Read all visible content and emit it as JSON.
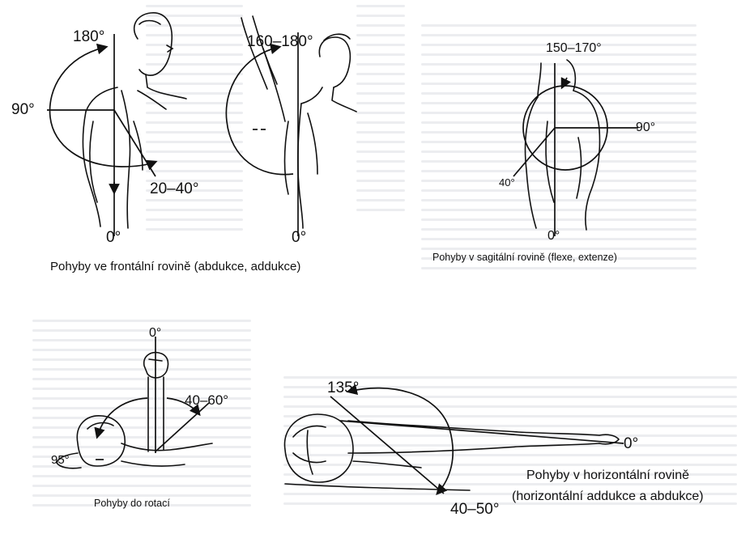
{
  "panels": {
    "frontal": {
      "caption": "Pohyby ve frontální rovině (abdukce, addukce)",
      "abduction": {
        "up": "180°",
        "side": "90°",
        "down": "0°",
        "adduction": "20–40°"
      },
      "flexion": {
        "up": "160–180°",
        "down": "0°"
      }
    },
    "sagittal": {
      "caption": "Pohyby v sagitální rovině (flexe, extenze)",
      "flexion": "150–170°",
      "horizontal": "90°",
      "extension": "40°",
      "down": "0°"
    },
    "rotation": {
      "caption": "Pohyby do rotací",
      "up": "0°",
      "external": "40–60°",
      "internal": "95°"
    },
    "horizontal": {
      "caption_line1": "Pohyby v horizontální rovině",
      "caption_line2": "(horizontální addukce a abdukce)",
      "adduction": "135°",
      "zero": "0°",
      "abduction": "40–50°"
    }
  }
}
